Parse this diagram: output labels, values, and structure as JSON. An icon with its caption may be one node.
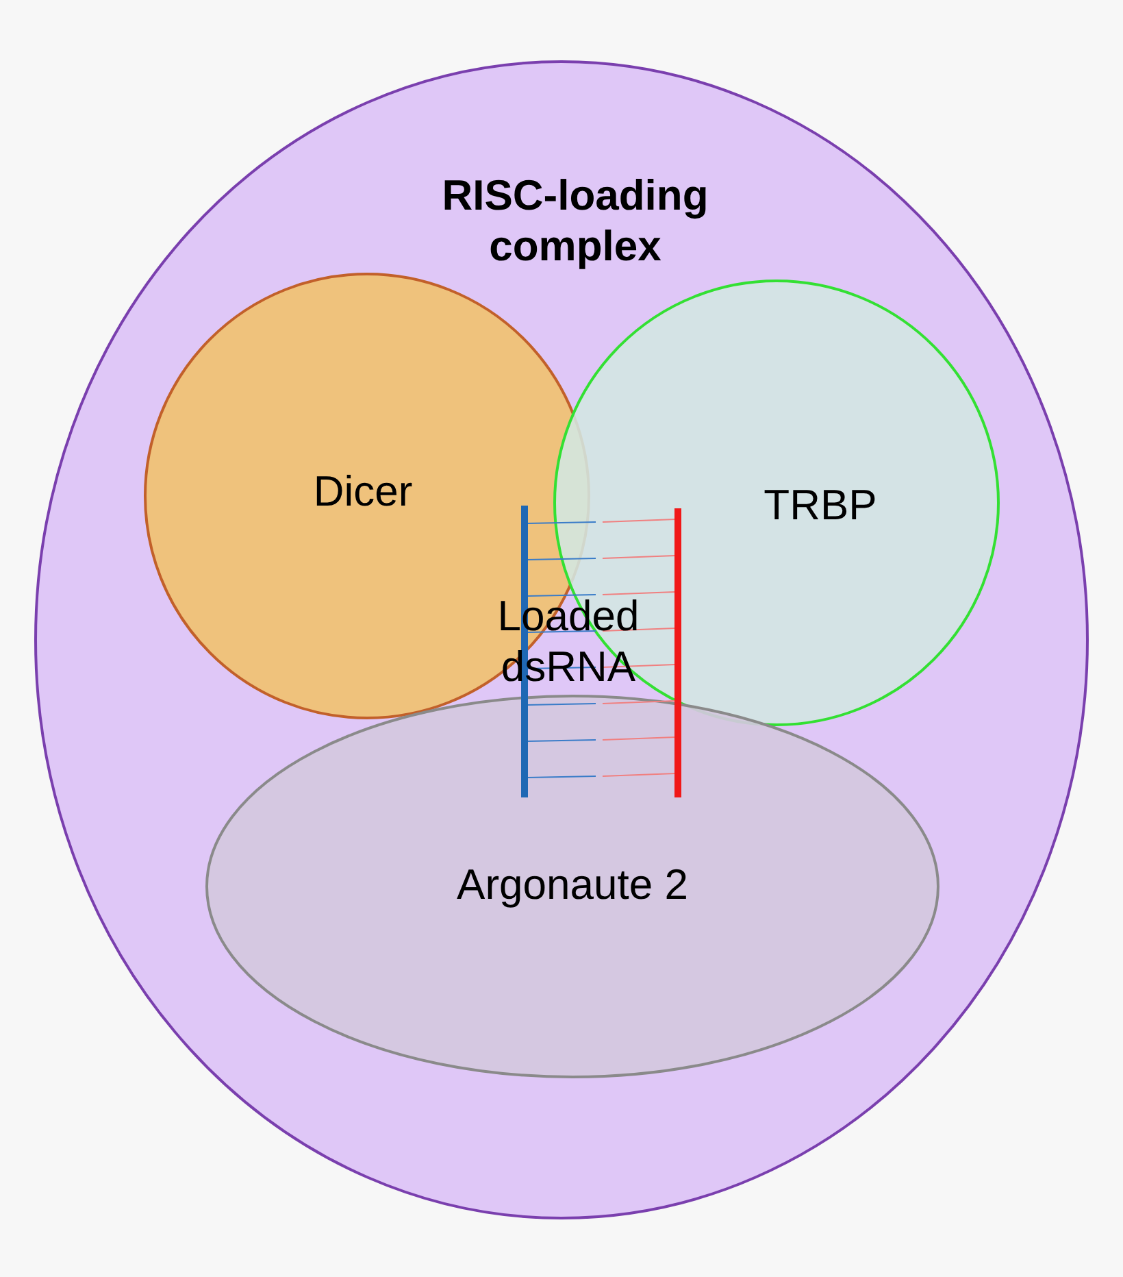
{
  "diagram": {
    "nodes": [
      {
        "text": [
          "RISC-loading complex"
        ]
      },
      {
        "text": [
          "Dicer"
        ],
        "in": 0
      },
      {
        "text": [
          "TRBP"
        ],
        "in": 0
      },
      {
        "text": [
          "Loaded dsRNA"
        ],
        "in": 0
      },
      {
        "text": [
          "Argonaute 2"
        ],
        "in": 0
      }
    ]
  }
}
